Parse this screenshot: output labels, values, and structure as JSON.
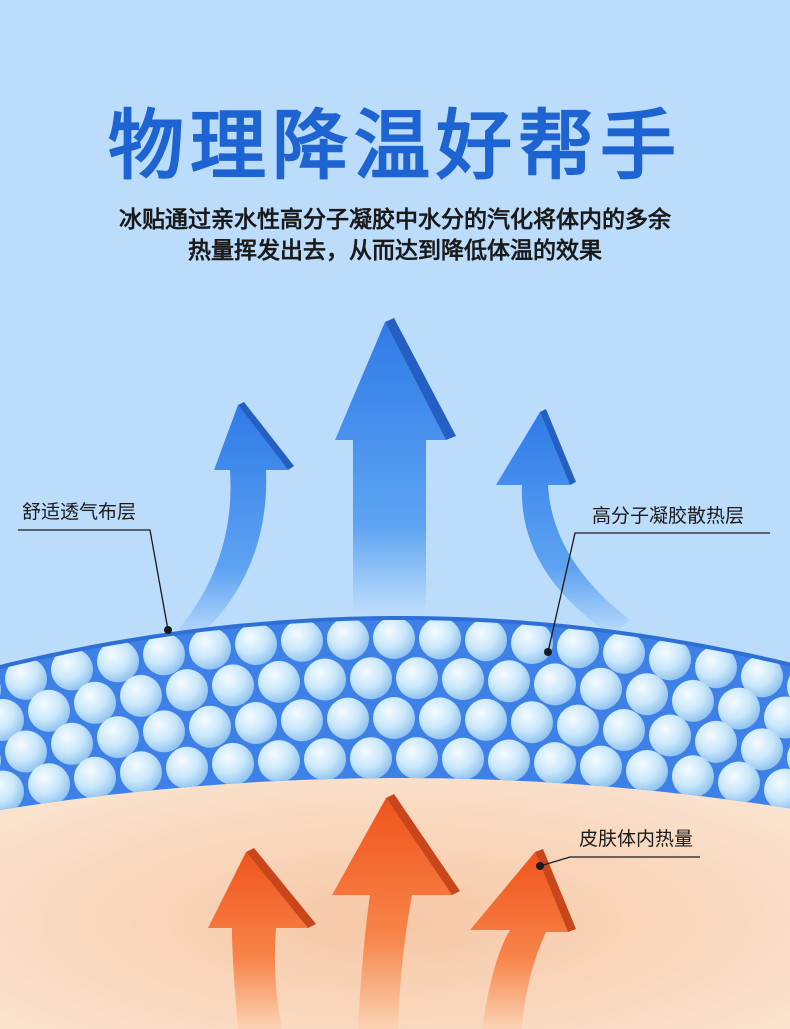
{
  "headline": "物理降温好帮手",
  "description": {
    "line1": "冰贴通过亲水性高分子凝胶中水分的汽化将体内的多余",
    "line2": "热量挥发出去，从而达到降低体温的效果"
  },
  "callouts": {
    "fabric_layer": "舒适透气布层",
    "gel_layer": "高分子凝胶散热层",
    "body_heat": "皮肤体内热量"
  },
  "colors": {
    "background": "#bcdcfb",
    "headline": "#1e63d2",
    "gel_band": "#3d80e8",
    "bead": "#c8e8fb",
    "skin": "#f8dcc4",
    "heat_arrow": "#f46a2c",
    "cool_arrow": "#3a86ee"
  }
}
